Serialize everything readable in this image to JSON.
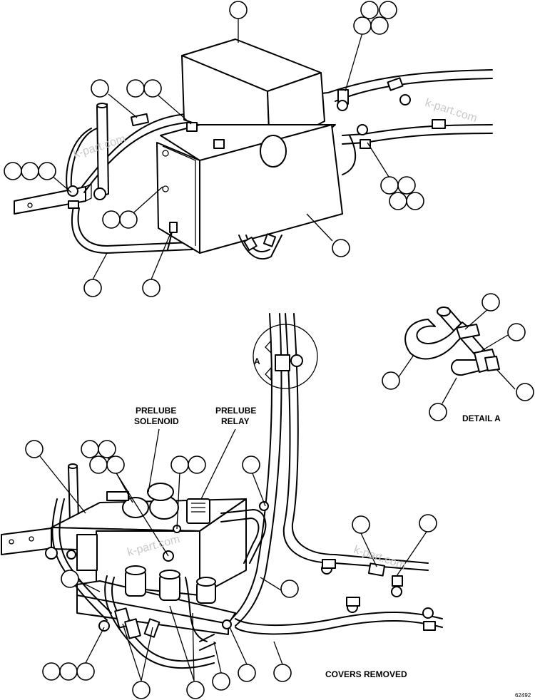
{
  "labels": {
    "prelube_solenoid": [
      "PRELUBE",
      "SOLENOID"
    ],
    "prelube_relay": [
      "PRELUBE",
      "RELAY"
    ],
    "detail_marker": "A",
    "detail_title": "DETAIL A",
    "covers_removed": "COVERS REMOVED",
    "figure_code": "62492"
  },
  "watermark": "k-part.com",
  "colors": {
    "line": "#000000",
    "background": "#ffffff",
    "watermark": "#c8c8c8"
  }
}
